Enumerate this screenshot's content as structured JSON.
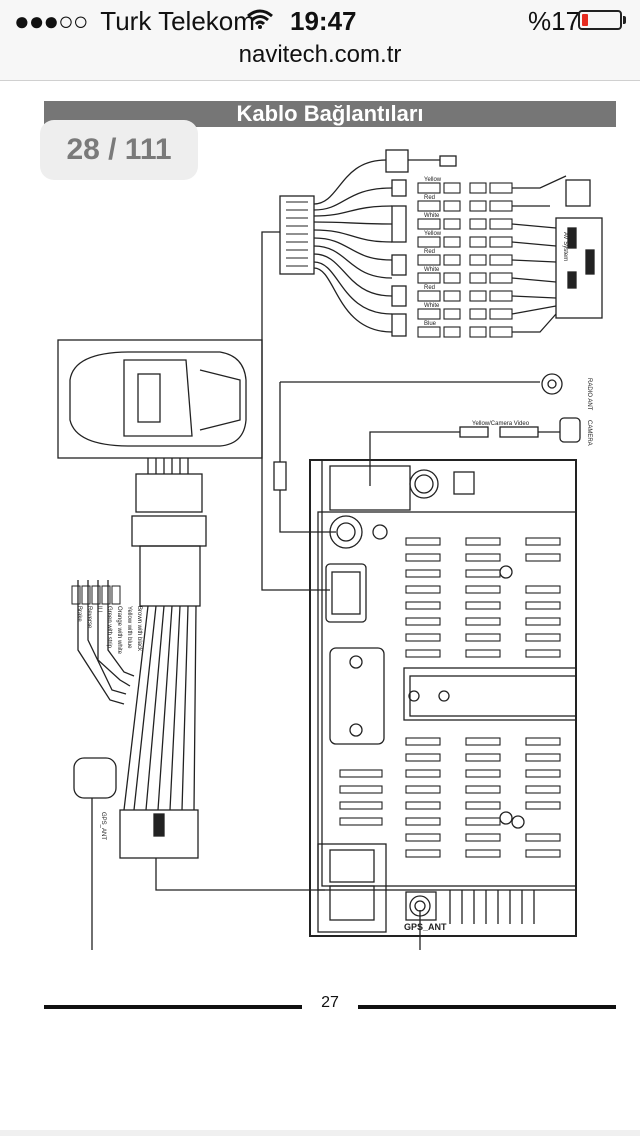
{
  "status_bar": {
    "signal_dots": "●●●○○",
    "carrier": "Turk Telekom",
    "time": "19:47",
    "battery_text": "%17",
    "battery_level": 0.17,
    "battery_color": "#e62b20"
  },
  "browser": {
    "url": "navitech.com.tr"
  },
  "document": {
    "header_title": "Kablo Bağlantıları",
    "page_counter": "28 / 111",
    "page_number": "27"
  },
  "diagram": {
    "cable_labels": [
      "Yellow",
      "Red",
      "White",
      "Yellow",
      "Red",
      "White",
      "Red",
      "White",
      "Blue"
    ],
    "camera_cable_label": "Yellow/Camera Video",
    "radio_ant_label": "RADIO ANT",
    "camera_label": "CAMERA",
    "gps_ant_label": "GPS_ANT",
    "gps_ant_module_label": "GPS_ANT",
    "av_system_label": "AV System",
    "wire_labels": [
      "Brake",
      "Reverse",
      "ILL",
      "Green with strip",
      "Orange with white",
      "Yellow with blue",
      "Brown with black"
    ]
  },
  "colors": {
    "header_bg": "#767676",
    "counter_bg": "#eeeeee",
    "counter_text": "#7a7a7a"
  }
}
